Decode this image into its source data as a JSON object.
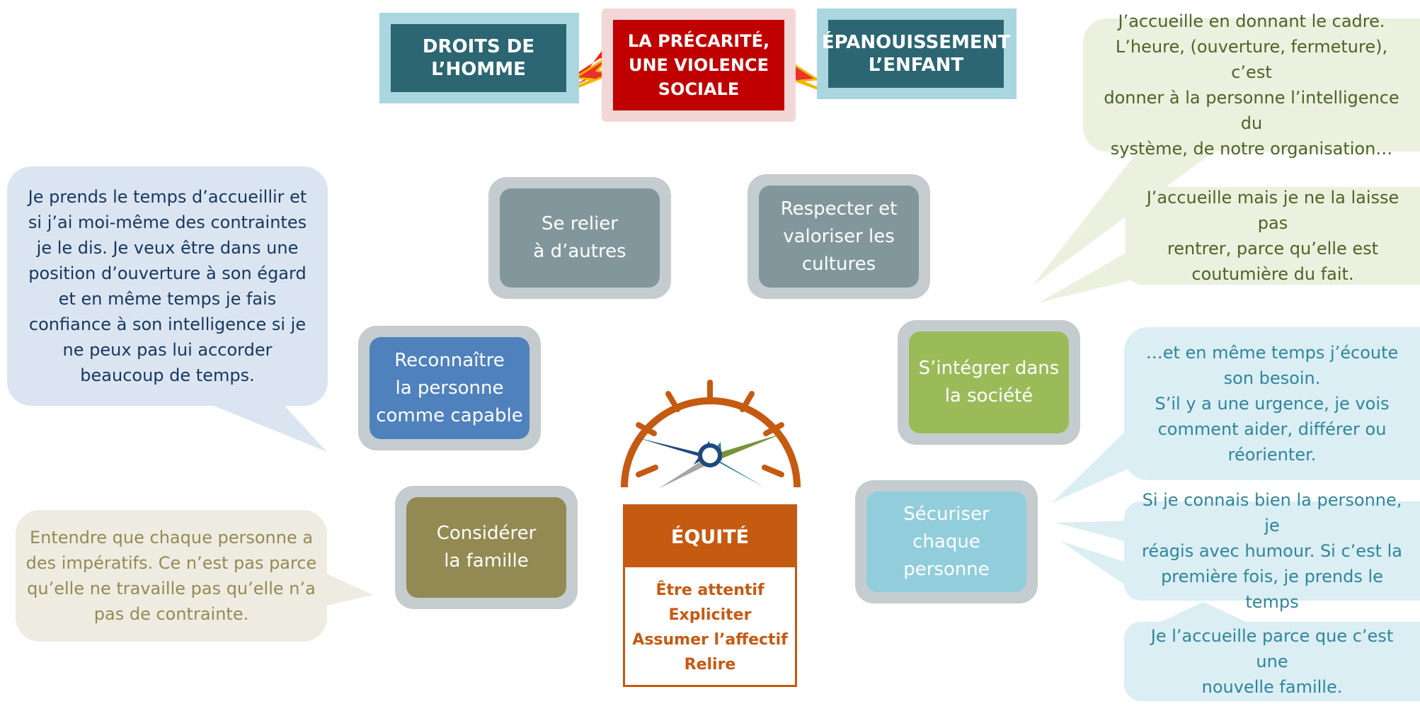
{
  "header": {
    "left_box": [
      "DROITS DE",
      "L’HOMME"
    ],
    "center_box": [
      "LA PRÉCARITÉ,",
      "UNE VIOLENCE",
      "SOCIALE"
    ],
    "right_box": [
      "ÉPANOUISSEMENT",
      "L’ENFANT"
    ]
  },
  "tiles": {
    "se_relier": [
      "Se relier",
      "à d’autres"
    ],
    "respecter": [
      "Respecter et",
      "valoriser les",
      "cultures"
    ],
    "reconnaitre": [
      "Reconnaître",
      "la personne",
      "comme capable"
    ],
    "integrer": [
      "S’intégrer dans",
      "la société"
    ],
    "considerer": [
      "Considérer",
      "la famille"
    ],
    "securiser": [
      "Sécuriser",
      "chaque",
      "personne"
    ]
  },
  "equite": {
    "title": "ÉQUITÉ",
    "items": [
      "Être attentif",
      "Expliciter",
      "Assumer l’affectif",
      "Relire"
    ]
  },
  "bubbles": {
    "left_blue": [
      "Je prends le temps d’accueillir et",
      "si j’ai moi-même des contraintes",
      "je le dis. Je veux être dans une",
      "position d’ouverture à son égard",
      "et en même temps je fais",
      "confiance à son intelligence si je",
      "ne peux pas lui accorder",
      "beaucoup de temps."
    ],
    "left_beige": [
      "Entendre que chaque personne a",
      "des impératifs. Ce n’est pas parce",
      "qu’elle ne travaille pas qu’elle n’a",
      "pas de contrainte."
    ],
    "right_green_1": [
      "J’accueille en donnant le cadre.",
      "L’heure, (ouverture, fermeture), c’est",
      "donner à la personne l’intelligence du",
      "système, de notre organisation…"
    ],
    "right_green_2": [
      "J’accueille mais je ne la laisse pas",
      "rentrer, parce qu’elle est",
      "coutumière du fait."
    ],
    "right_blue_1": [
      "…et en même temps j’écoute",
      "son besoin.",
      "S’il y a une urgence, je vois",
      "comment aider, différer ou",
      "réorienter."
    ],
    "right_blue_2": [
      "Si je connais bien la personne, je",
      "réagis avec humour. Si c’est la",
      "première fois, je prends le temps"
    ],
    "right_blue_3": [
      "Je l’accueille parce que c’est une",
      "nouvelle famille."
    ]
  },
  "colors": {
    "teal_dark": "#2b6672",
    "teal_light": "#a9d6df",
    "red": "#c00000",
    "slate_tile": "#82979b",
    "blue_tile": "#4f81bd",
    "green_tile": "#9bbb59",
    "olive_tile": "#938953",
    "lightblue_tile": "#92cddc",
    "orange": "#c55a11",
    "bubble_blue_bg": "#dbe5f1",
    "bubble_blue_text": "#17375e",
    "bubble_beige_bg": "#eeece1",
    "bubble_beige_text": "#948a54",
    "bubble_green_bg": "#ebf1de",
    "bubble_green_text": "#4f6228",
    "bubble_cyan_bg": "#daeef3",
    "bubble_cyan_text": "#31859c"
  },
  "icons": {
    "lightning": "lightning-bolt-icon",
    "compass": "compass-gauge-icon"
  }
}
